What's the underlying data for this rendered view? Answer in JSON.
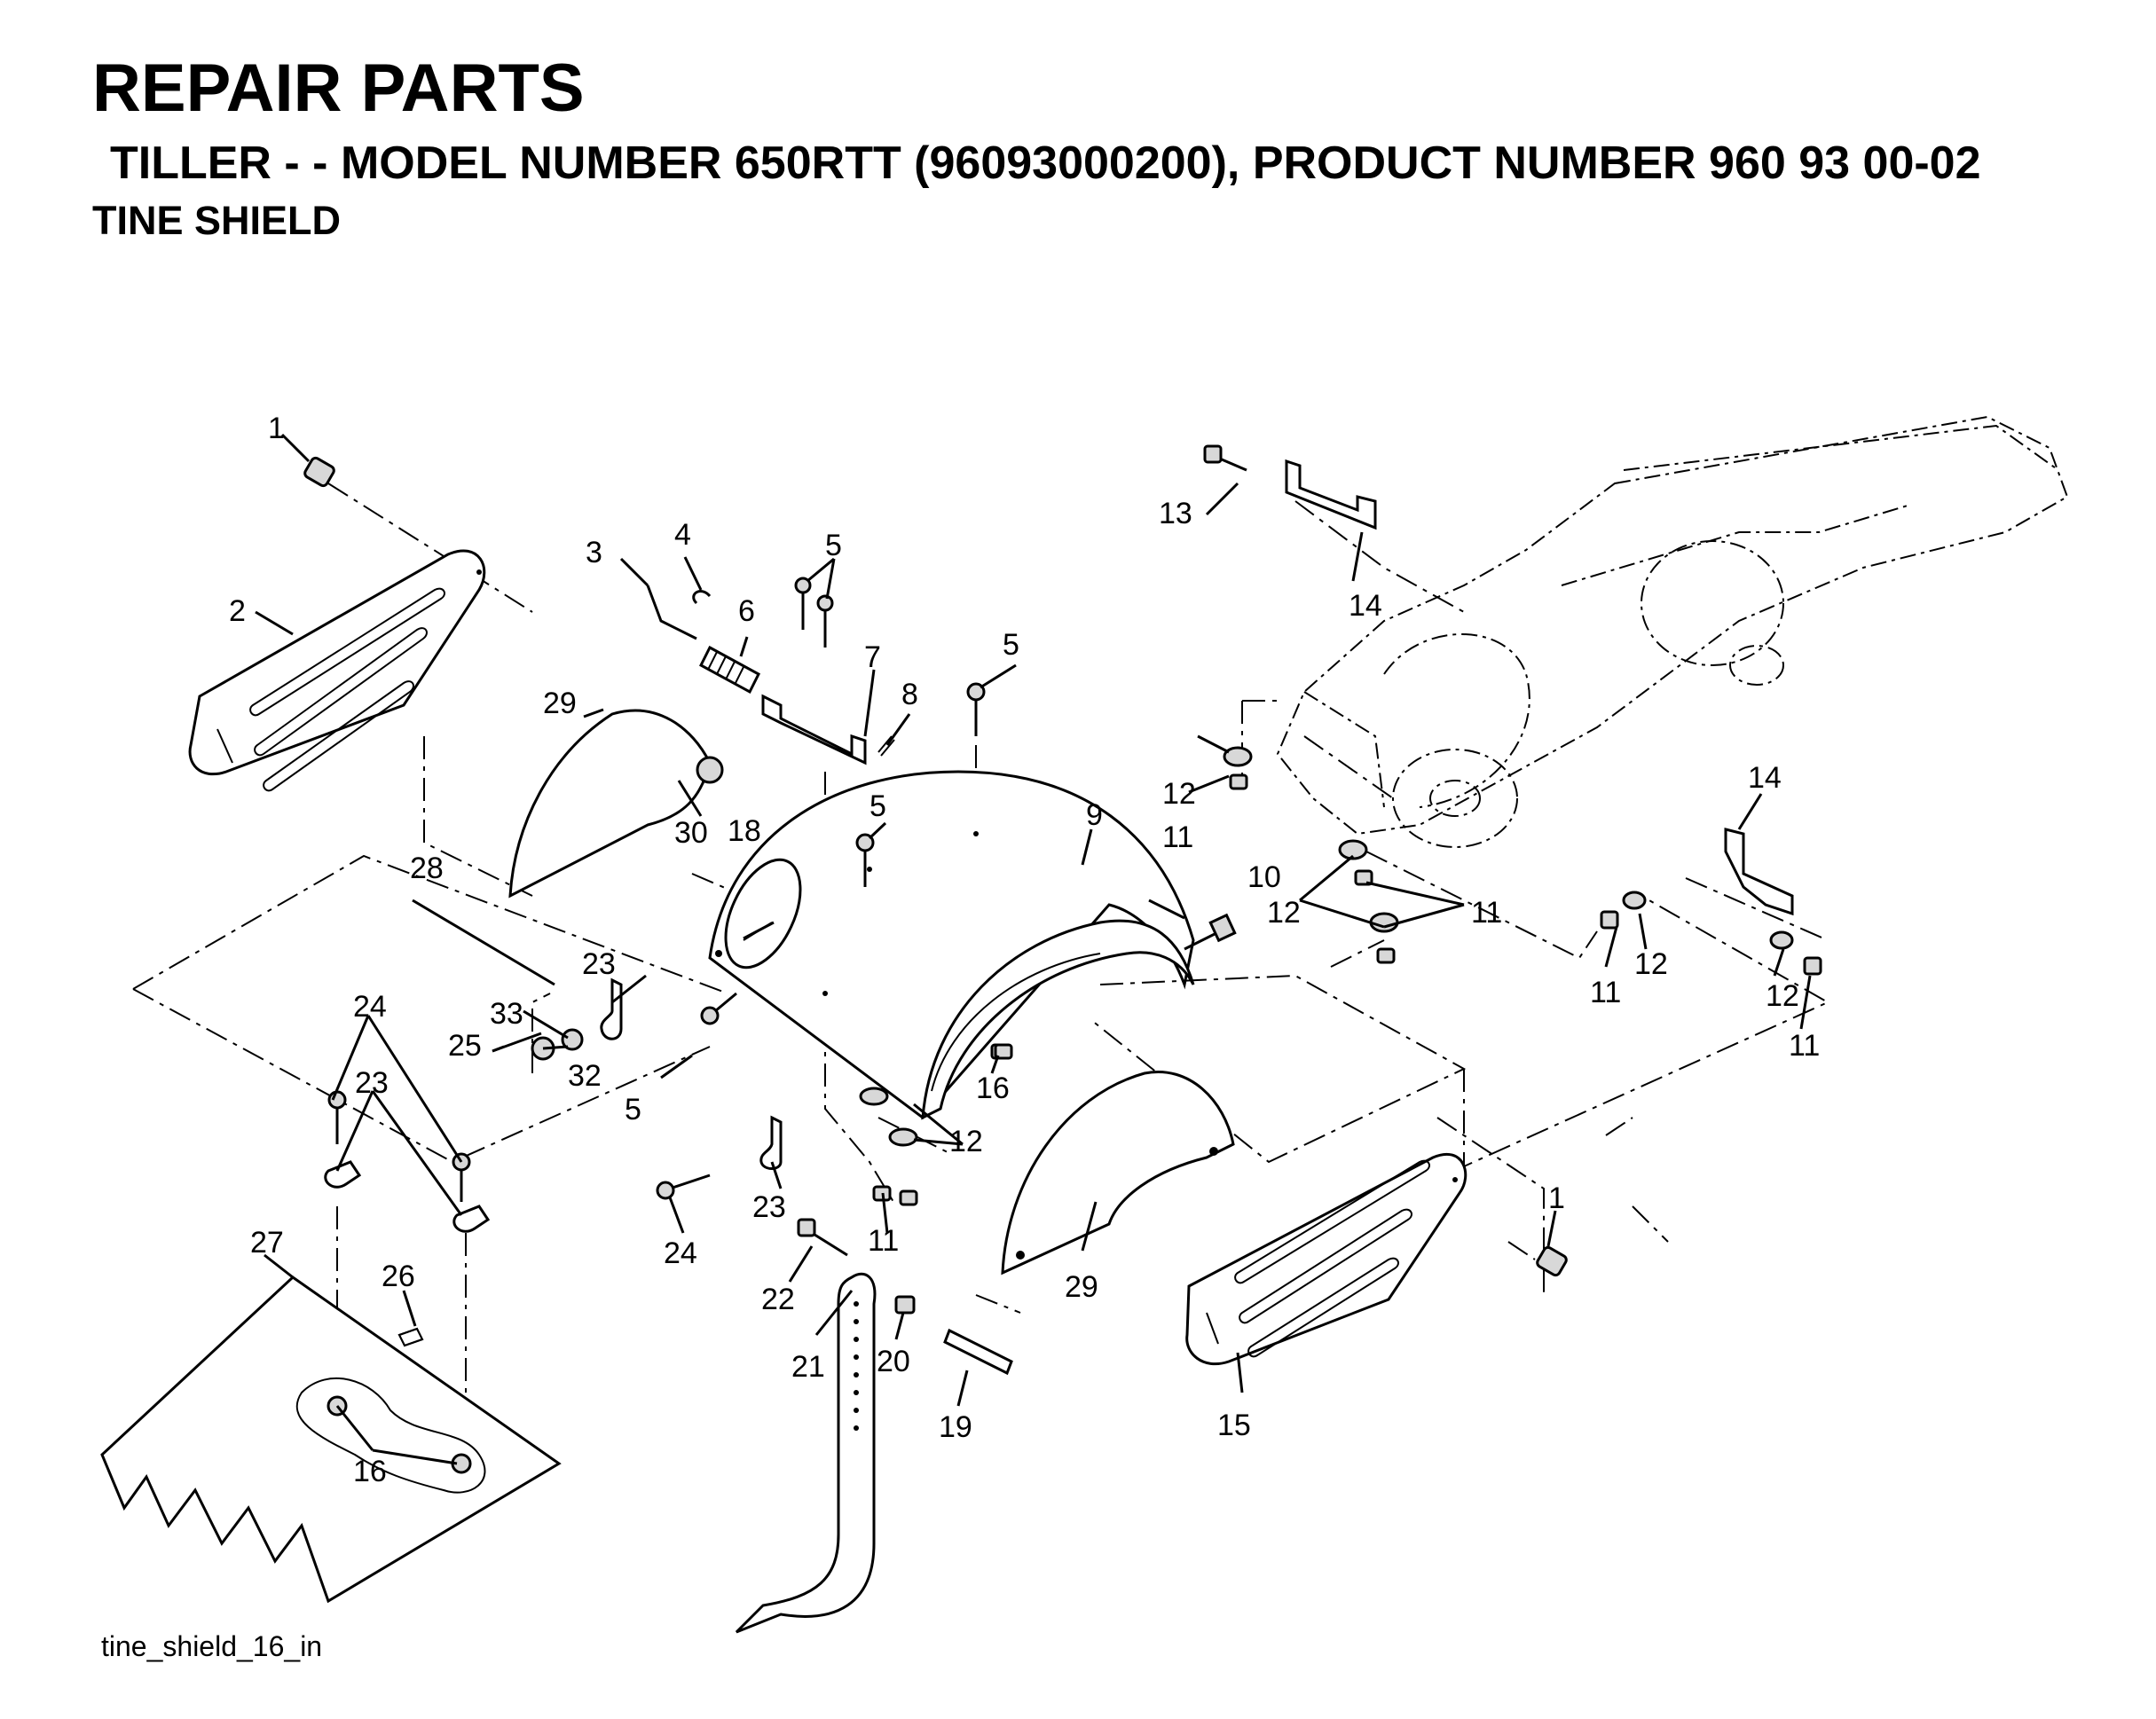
{
  "header": {
    "title": "REPAIR PARTS",
    "subtitle": "TILLER - - MODEL NUMBER 650RTT (96093000200), PRODUCT NUMBER 960 93 00-02",
    "section": "TINE SHIELD"
  },
  "footer": {
    "filename": "tine_shield_16_in"
  },
  "callouts": {
    "c1a": "1",
    "c1b": "1",
    "c2": "2",
    "c3": "3",
    "c4": "4",
    "c5a": "5",
    "c5b": "5",
    "c5c": "5",
    "c5d": "5",
    "c6": "6",
    "c7": "7",
    "c8": "8",
    "c9": "9",
    "c10": "10",
    "c11a": "11",
    "c11b": "11",
    "c11c": "11",
    "c11d": "11",
    "c11e": "11",
    "c12a": "12",
    "c12b": "12",
    "c12c": "12",
    "c12d": "12",
    "c12e": "12",
    "c13": "13",
    "c14a": "14",
    "c14b": "14",
    "c15": "15",
    "c16a": "16",
    "c16b": "16",
    "c18": "18",
    "c19": "19",
    "c20": "20",
    "c21": "21",
    "c22": "22",
    "c23a": "23",
    "c23b": "23",
    "c23c": "23",
    "c24a": "24",
    "c24b": "24",
    "c25": "25",
    "c26": "26",
    "c27": "27",
    "c28": "28",
    "c29a": "29",
    "c29b": "29",
    "c30": "30",
    "c32": "32",
    "c33": "33"
  }
}
